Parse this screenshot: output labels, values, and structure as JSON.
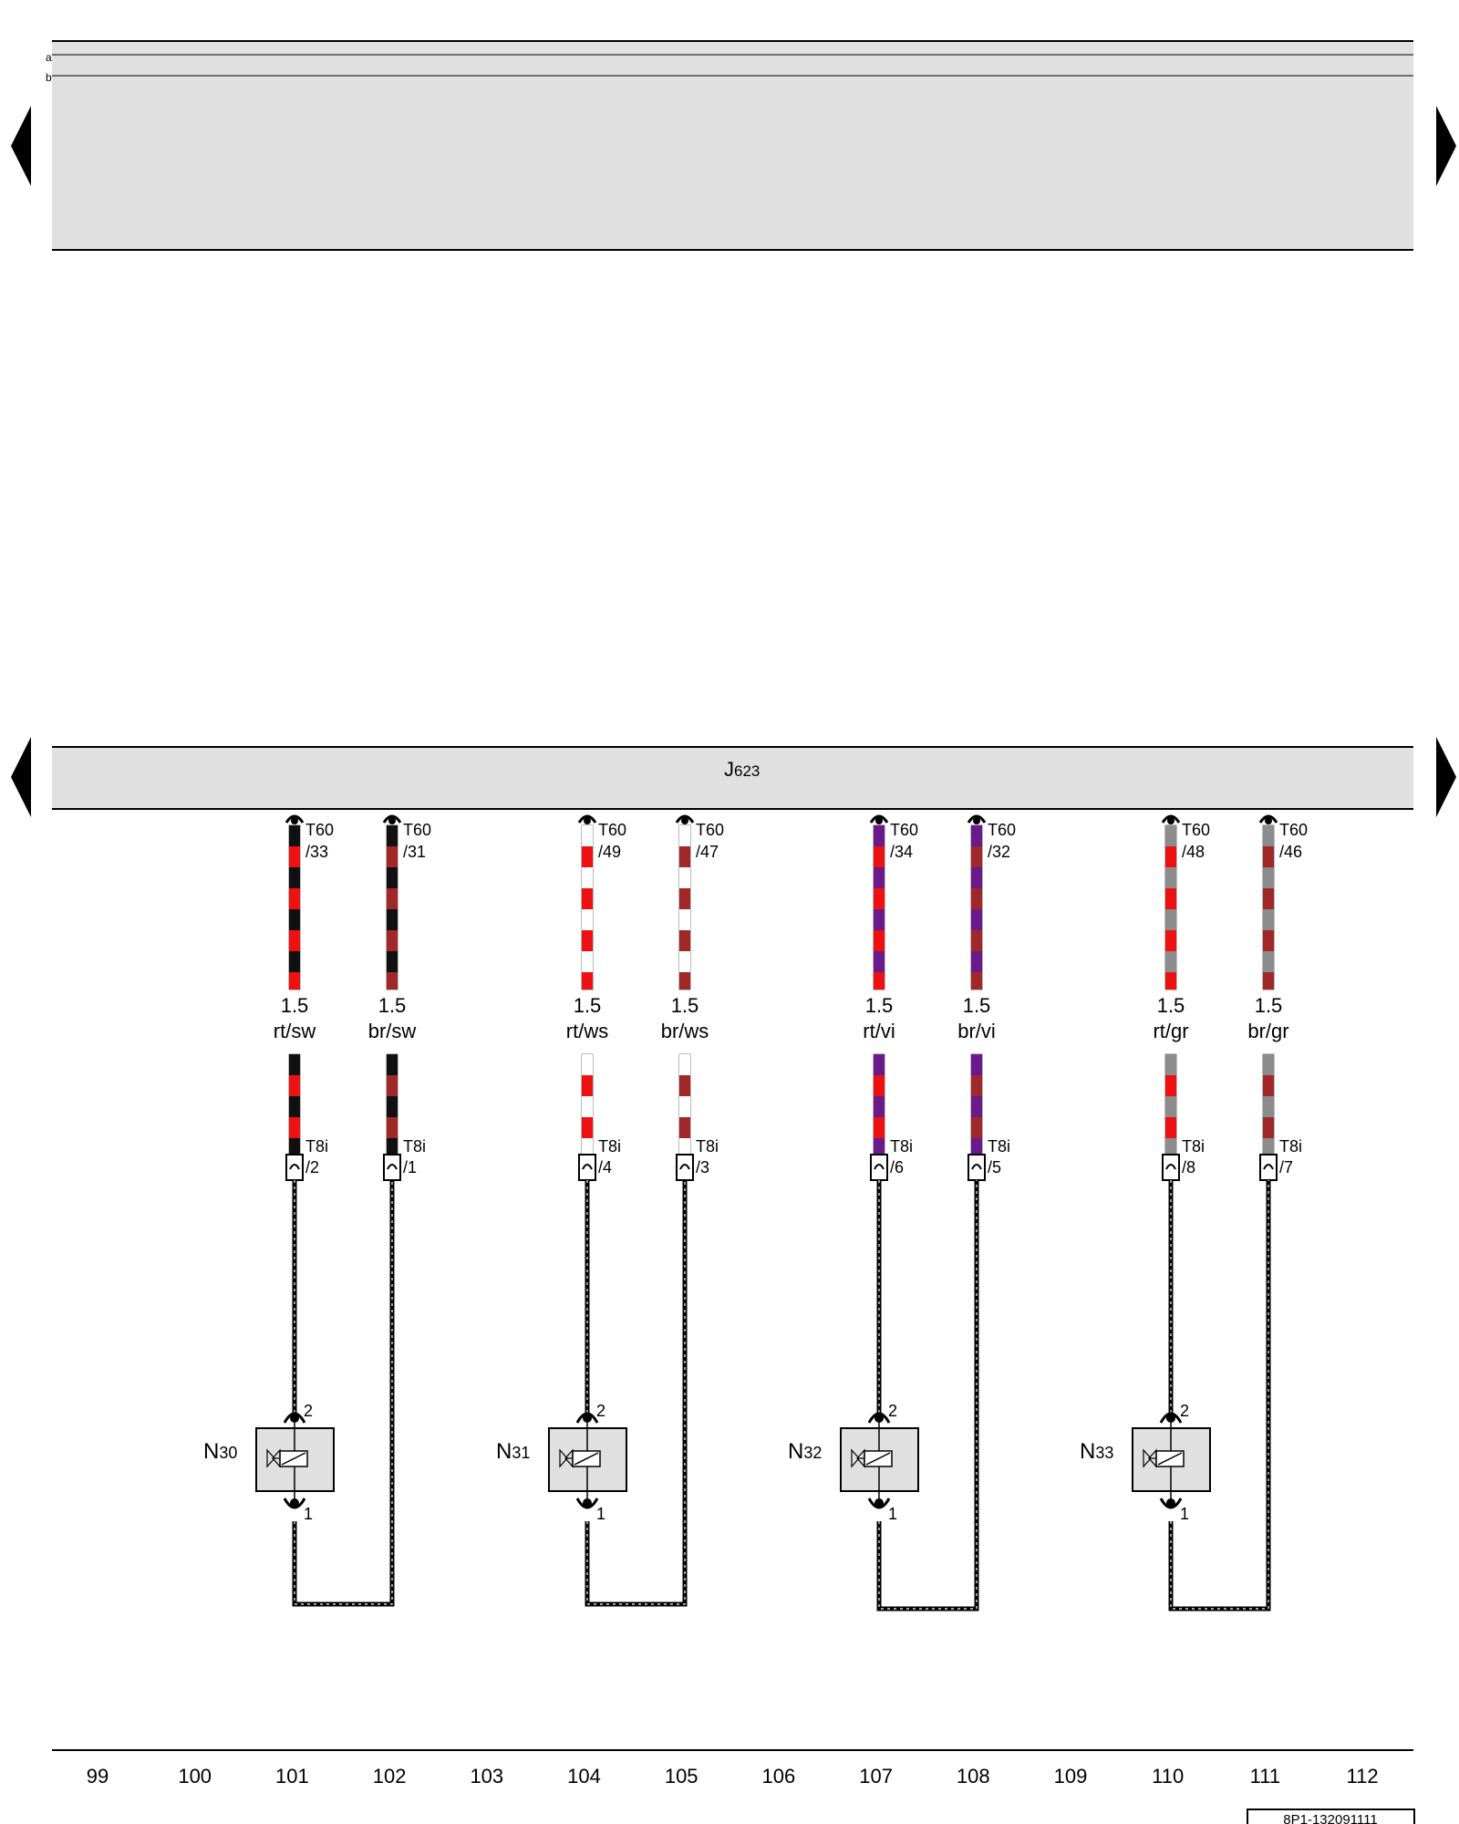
{
  "top_box": {
    "line_labels": [
      "a",
      "b"
    ]
  },
  "control_unit": {
    "label_main": "J",
    "label_sub": "623"
  },
  "connectors": {
    "main": "T60",
    "component": "T8i"
  },
  "colors": {
    "rt": "#ee1111",
    "sw": "#111111",
    "br": "#a02828",
    "ws": "#ffffff",
    "vi": "#6a1a8a",
    "gr": "#8c8c8c",
    "box_fill": "#e0e0e0"
  },
  "wires": [
    {
      "id": "w1",
      "pin": "/33",
      "size": "1.5",
      "color": "rt/sw",
      "main_color": "rt",
      "stripe_color": "sw",
      "t8_pin": "/2"
    },
    {
      "id": "w2",
      "pin": "/31",
      "size": "1.5",
      "color": "br/sw",
      "main_color": "br",
      "stripe_color": "sw",
      "t8_pin": "/1"
    },
    {
      "id": "w3",
      "pin": "/49",
      "size": "1.5",
      "color": "rt/ws",
      "main_color": "rt",
      "stripe_color": "ws",
      "t8_pin": "/4"
    },
    {
      "id": "w4",
      "pin": "/47",
      "size": "1.5",
      "color": "br/ws",
      "main_color": "br",
      "stripe_color": "ws",
      "t8_pin": "/3"
    },
    {
      "id": "w5",
      "pin": "/34",
      "size": "1.5",
      "color": "rt/vi",
      "main_color": "rt",
      "stripe_color": "vi",
      "t8_pin": "/6"
    },
    {
      "id": "w6",
      "pin": "/32",
      "size": "1.5",
      "color": "br/vi",
      "main_color": "br",
      "stripe_color": "vi",
      "t8_pin": "/5"
    },
    {
      "id": "w7",
      "pin": "/48",
      "size": "1.5",
      "color": "rt/gr",
      "main_color": "rt",
      "stripe_color": "gr",
      "t8_pin": "/8"
    },
    {
      "id": "w8",
      "pin": "/46",
      "size": "1.5",
      "color": "br/gr",
      "main_color": "br",
      "stripe_color": "gr",
      "t8_pin": "/7"
    }
  ],
  "components": [
    {
      "label_main": "N",
      "label_sub": "30",
      "pin_top": "2",
      "pin_bottom": "1"
    },
    {
      "label_main": "N",
      "label_sub": "31",
      "pin_top": "2",
      "pin_bottom": "1"
    },
    {
      "label_main": "N",
      "label_sub": "32",
      "pin_top": "2",
      "pin_bottom": "1"
    },
    {
      "label_main": "N",
      "label_sub": "33",
      "pin_top": "2",
      "pin_bottom": "1"
    }
  ],
  "scale": [
    "99",
    "100",
    "101",
    "102",
    "103",
    "104",
    "105",
    "106",
    "107",
    "108",
    "109",
    "110",
    "111",
    "112"
  ],
  "footer_code": "8P1-132091111"
}
